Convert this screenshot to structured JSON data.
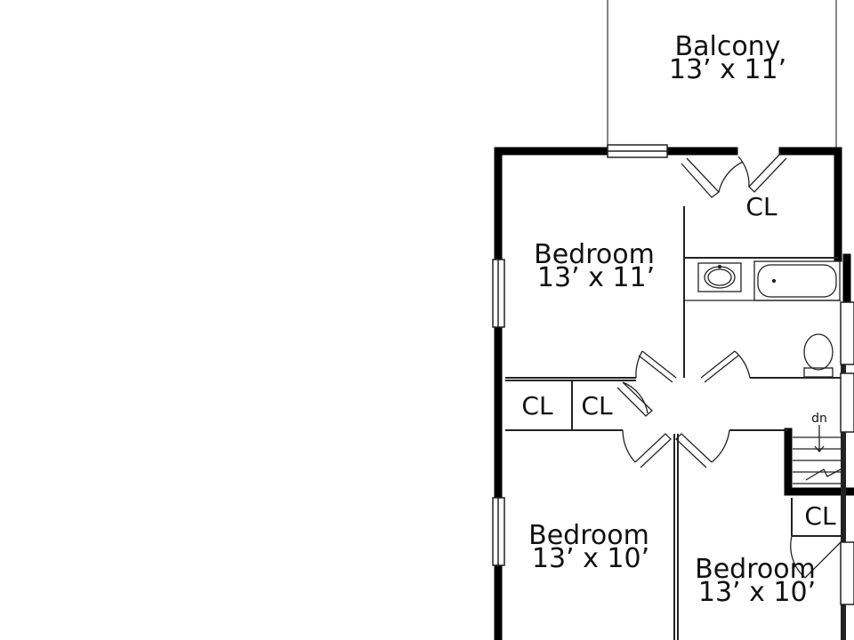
{
  "rooms": {
    "balcony": {
      "name": "Balcony",
      "dims": "13’ x 11’"
    },
    "bedroom_top": {
      "name": "Bedroom",
      "dims": "13’ x 11’"
    },
    "bedroom_lower_left": {
      "name": "Bedroom",
      "dims": "13’ x 10’"
    },
    "bedroom_lower_right": {
      "name": "Bedroom",
      "dims": "13’ x 10’"
    }
  },
  "closets": {
    "cl_top_right": "CL",
    "cl_hall_left": "CL",
    "cl_hall_right": "CL",
    "cl_lower_right": "CL"
  },
  "stairs": {
    "direction_label": "dn"
  },
  "colors": {
    "wall": "#000000",
    "line": "#222222",
    "background": "#ffffff"
  }
}
